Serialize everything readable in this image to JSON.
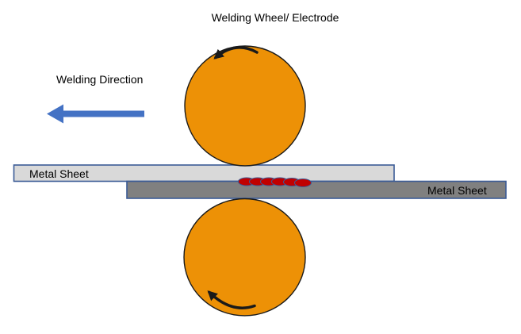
{
  "diagram": {
    "title": "Welding Wheel/ Electrode",
    "welding_direction_label": "Welding Direction",
    "top_sheet_label": "Metal Sheet",
    "bottom_sheet_label": "Metal Sheet",
    "weld_nugget_count": 6,
    "top_wheel_rotation": "counter-clockwise",
    "bottom_wheel_rotation": "clockwise"
  },
  "colors": {
    "wheel_fill": "#ED9106",
    "wheel_outline": "#1A1A1A",
    "sheet_top_fill": "#D9D9D9",
    "sheet_bottom_fill": "#808080",
    "sheet_outline": "#3B5B96",
    "direction_arrow": "#4472C4",
    "nugget_fill": "#C00000",
    "nugget_outline": "#3B5B96",
    "rotation_arrow": "#1A1A1A",
    "text": "#000000"
  }
}
